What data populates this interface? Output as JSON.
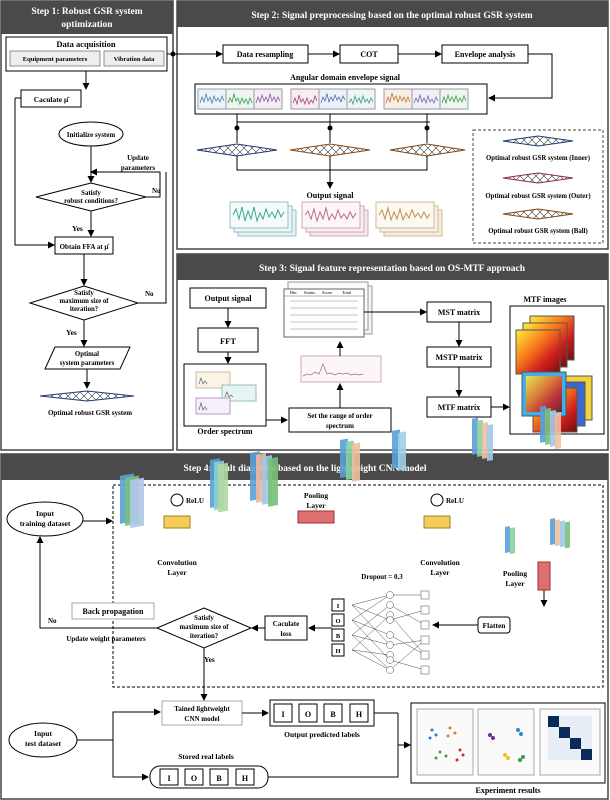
{
  "step1": {
    "title_line1": "Step 1: Robust GSR system",
    "title_line2": "optimization",
    "data_acq": "Data acquisition",
    "equip": "Equipment parameters",
    "vib": "Vibration data",
    "calc_mu": "Caculate μ̂",
    "init": "Initialize system",
    "update_line1": "Update",
    "update_line2": "parameters",
    "satisfy1_line1": "Satisfy",
    "satisfy1_line2": "robust conditions?",
    "no1": "No",
    "yes1": "Yes",
    "obtain": "Obtain FFA at μ̂",
    "satisfy2_line1": "Satisfy",
    "satisfy2_line2": "maximum size of",
    "satisfy2_line3": "iteration?",
    "no2": "No",
    "yes2": "Yes",
    "optimal_params_line1": "Optimal",
    "optimal_params_line2": "system parameters",
    "opt_system": "Optimal robust GSR system"
  },
  "step2": {
    "title": "Step 2: Signal preprocessing based on the optimal robust GSR system",
    "resample": "Data resampling",
    "cot": "COT",
    "envelope": "Envelope analysis",
    "angular": "Angular domain envelope signal",
    "output": "Output signal",
    "legend_inner": "Optimal robust GSR system  (Inner)",
    "legend_outer": "Optimal robust GSR system  (Outer)",
    "legend_ball": "Optimal robust GSR system  (Ball)"
  },
  "step3": {
    "title": "Step 3: Signal feature representation based on OS-MTF approach",
    "output_signal": "Output signal",
    "fft": "FFT",
    "order_spectrum": "Order spectrum",
    "set_range_line1": "Set the range of order",
    "set_range_line2": "spectrum",
    "mst": "MST matrix",
    "mstp": "MSTP matrix",
    "mtf": "MTF matrix",
    "mtf_images": "MTF images",
    "table_headers": [
      "Bin",
      "Status",
      "Score",
      "Total"
    ]
  },
  "step4": {
    "title": "Step 4: Fault diagnosis based on the lightweight CNN model",
    "input_train_line1": "Input",
    "input_train_line2": "training dataset",
    "relu1": "ReLU",
    "relu2": "ReLU",
    "pool1_line1": "Pooling",
    "pool1_line2": "Layer",
    "pool2_line1": "Pooling",
    "pool2_line2": "Layer",
    "conv1_line1": "Convolution",
    "conv1_line2": "Layer",
    "conv2_line1": "Convolution",
    "conv2_line2": "Layer",
    "dropout": "Dropout = 0.3",
    "flatten": "Flatten",
    "calc_loss_line1": "Caculate",
    "calc_loss_line2": "loss",
    "satisfy_line1": "Satisfy",
    "satisfy_line2": "maximum size of",
    "satisfy_line3": "iteration?",
    "no": "No",
    "yes": "Yes",
    "backprop": "Back propagation",
    "update_weights": "Update  weight parameters",
    "input_test_line1": "Input",
    "input_test_line2": "test dataset",
    "trained_line1": "Tained lightweight",
    "trained_line2": "CNN model",
    "out_labels": [
      "I",
      "O",
      "B",
      "H"
    ],
    "output_pred": "Output predicted labels",
    "stored": "Stored real labels",
    "stored_labels": [
      "I",
      "O",
      "B",
      "H"
    ],
    "experiment": "Experiment results",
    "nn_outputs": [
      "I",
      "O",
      "B",
      "H"
    ]
  },
  "colors": {
    "header_bg": "#4a4a4a",
    "inner": "#1f3b73",
    "outer": "#8a2a4e",
    "ball": "#7a4a1a"
  }
}
